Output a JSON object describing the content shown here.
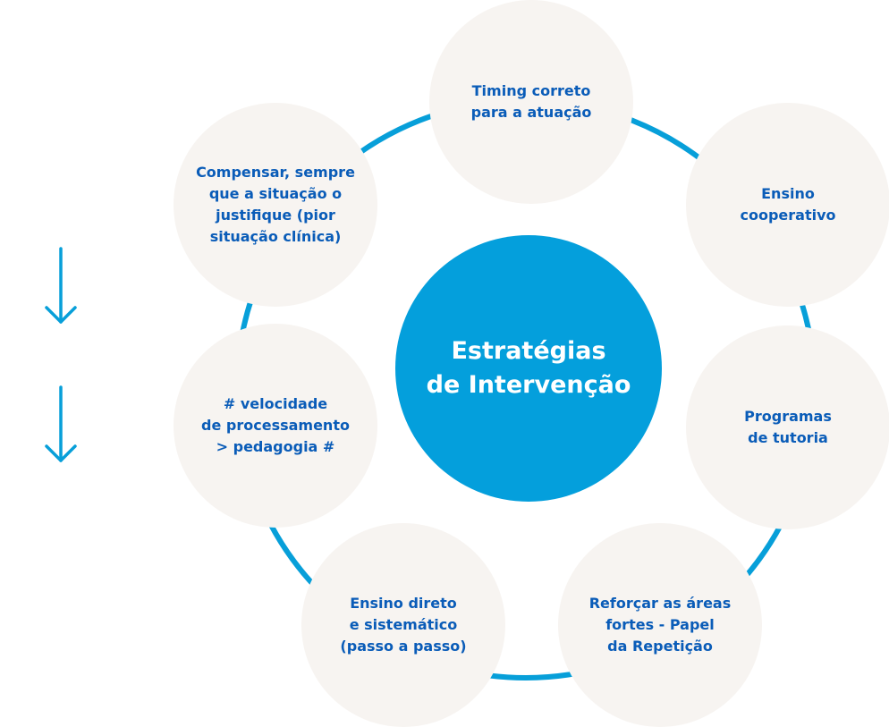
{
  "colors": {
    "ring": "#079fd9",
    "node": "#f7f4f1",
    "hub": "#049fdc",
    "text": "#0a5cb8",
    "arrow": "#079fd9"
  },
  "hub": {
    "label": "Estratégias\nde Intervenção"
  },
  "nodes": {
    "timing": "Timing  correto\npara a atuação",
    "ensino_cooperativo": "Ensino\ncooperativo",
    "programas_tutoria": "Programas\nde tutoria",
    "reforcar": "Reforçar as áreas\nfortes - Papel\nda Repetição",
    "ensino_direto": "Ensino direto\ne sistemático\n(passo a passo)",
    "velocidade": "# velocidade\nde processamento\n> pedagogia #",
    "compensar": "Compensar, sempre\nque a situação o\njustifique (pior\nsituação clínica)"
  },
  "arrows": [
    {
      "icon": "arrow-down-icon"
    },
    {
      "icon": "arrow-down-icon"
    }
  ]
}
